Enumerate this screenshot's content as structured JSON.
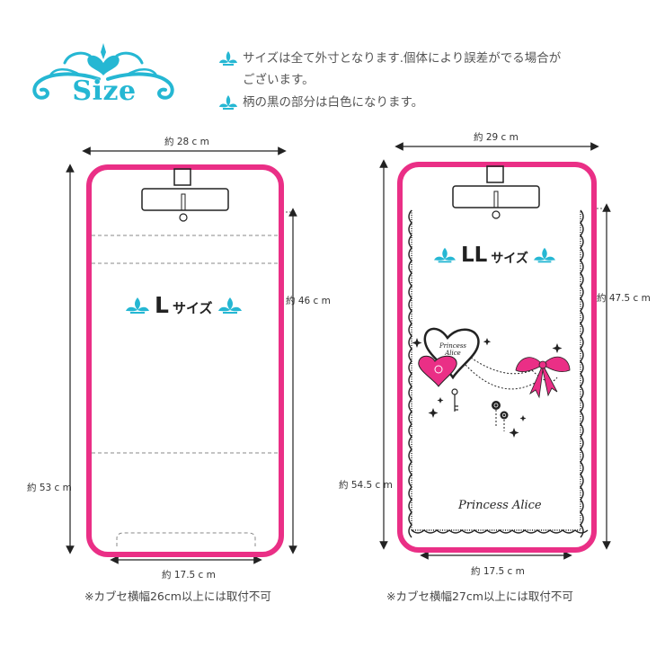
{
  "header": {
    "logo_text": "Size",
    "notes": [
      "サイズは全て外寸となります.個体により誤差がでる場合が",
      "ございます。",
      "柄の黒の部分は白色になります。"
    ]
  },
  "colors": {
    "accent_pink": "#ea2f86",
    "accent_blue": "#25b7d3",
    "line": "#222222"
  },
  "icons": [
    "ornament-flourish-icon",
    "fleur-icon",
    "heart-icon",
    "bow-icon",
    "sparkle-icon",
    "key-icon",
    "rose-icon"
  ],
  "left_bag": {
    "title_big": "L",
    "title_small": "サイズ",
    "width_label": "約 28 c m",
    "height_label": "約 53 c m",
    "inner_height_label": "約 46 c m",
    "bottom_label": "約 17.5 c m",
    "footnote": "※カブセ横幅26cm以上には取付不可"
  },
  "right_bag": {
    "title_big": "LL",
    "title_small": "サイズ",
    "width_label": "約 29 c m",
    "height_label": "約 54.5 c m",
    "inner_height_label": "約 47.5 c m",
    "bottom_label": "約 17.5 c m",
    "footnote": "※カブセ横幅27cm以上には取付不可",
    "brand_script": "Princess Alice",
    "heart_text_1": "Princess",
    "heart_text_2": "Alice"
  }
}
